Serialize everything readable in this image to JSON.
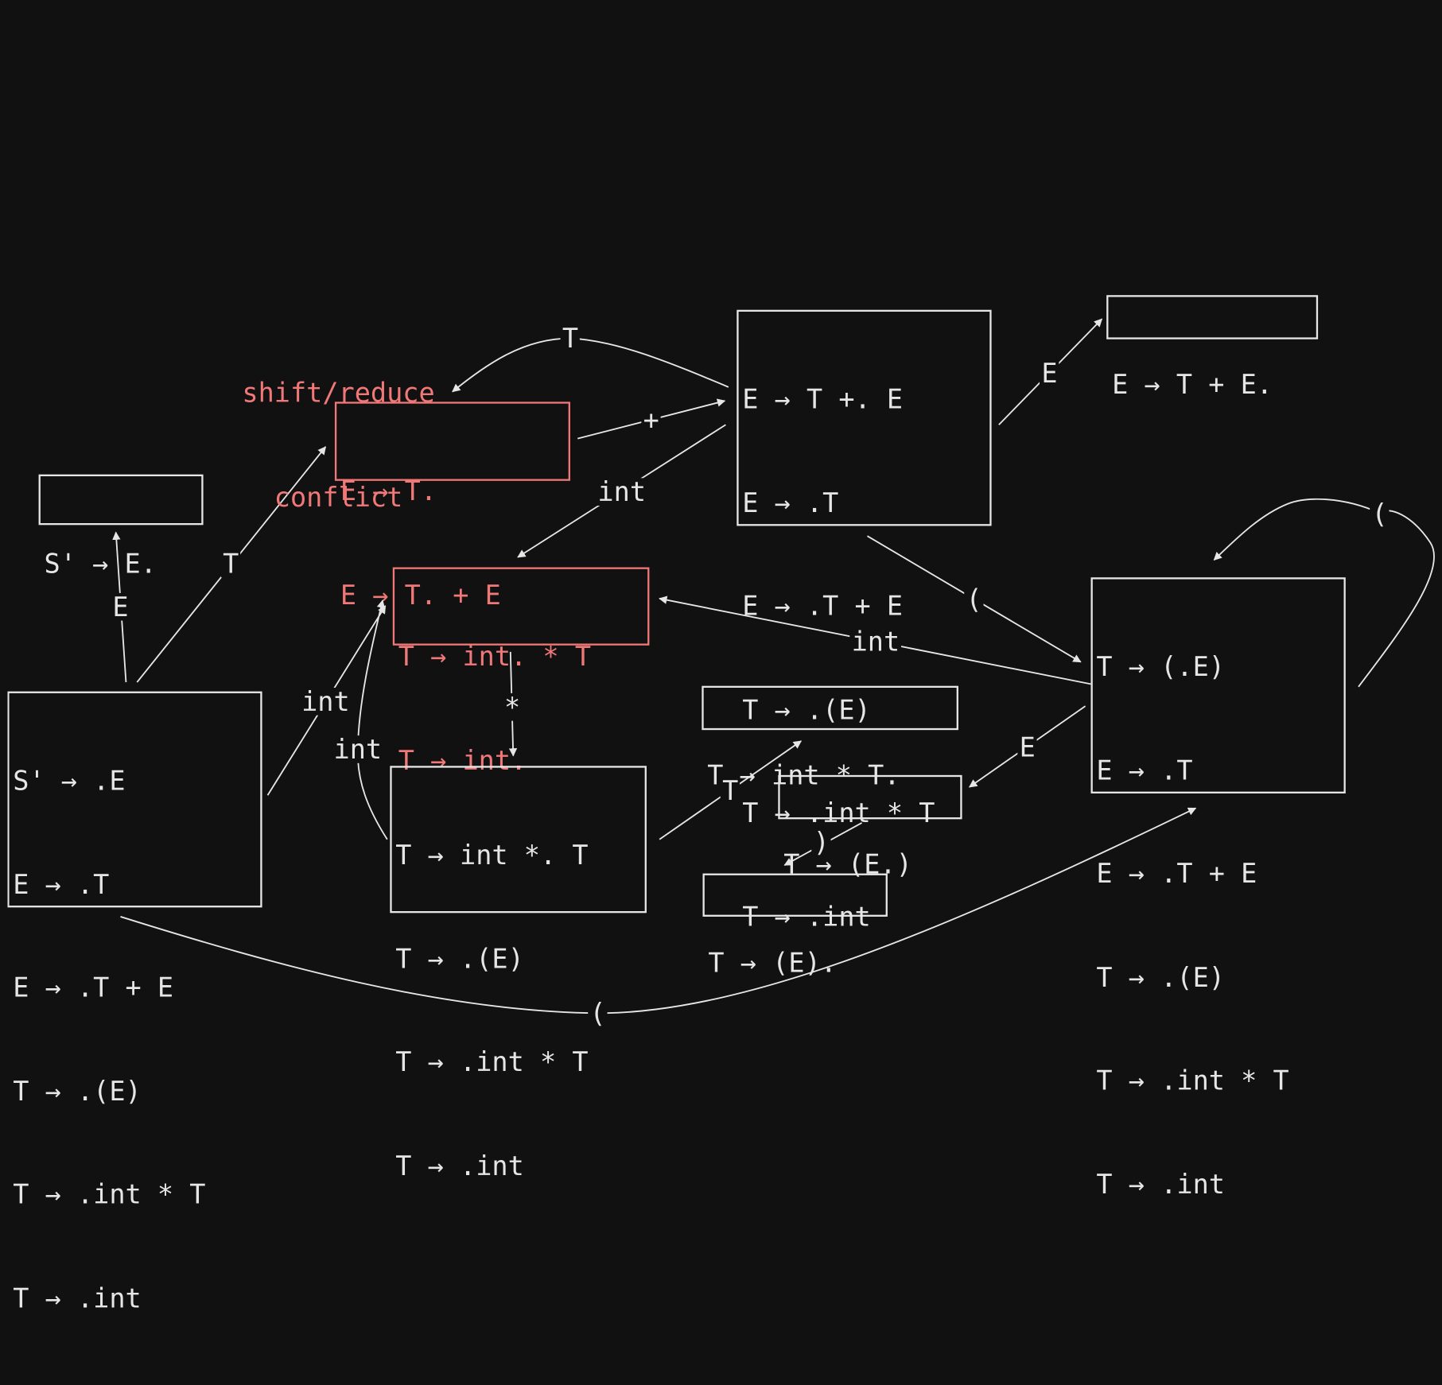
{
  "diagram": {
    "title": "",
    "colors": {
      "background": "#111111",
      "foreground": "#e6e6e6",
      "conflict": "#f07878"
    },
    "conflict_note": {
      "line1": "shift/reduce",
      "line2": "conflict"
    },
    "states": {
      "s0": {
        "items": [
          "S' → .E",
          "E → .T",
          "E → .T + E",
          "T → .(E)",
          "T → .int * T",
          "T → .int"
        ]
      },
      "s1": {
        "items": [
          "S' → E."
        ]
      },
      "s2": {
        "items": [
          "E → T.",
          "E → T. + E"
        ],
        "conflict": true
      },
      "s3": {
        "items": [
          "E → T +. E",
          "E → .T",
          "E → .T + E",
          "T → .(E)",
          "T → .int * T",
          "T → .int"
        ]
      },
      "s4": {
        "items": [
          "E → T + E."
        ]
      },
      "s5": {
        "items": [
          "T → int. * T",
          "T → int."
        ],
        "conflict": true
      },
      "s6": {
        "items": [
          "T → int *. T",
          "T → .(E)",
          "T → .int * T",
          "T → .int"
        ]
      },
      "s7": {
        "items": [
          "T → int * T."
        ]
      },
      "s8": {
        "items": [
          "T → (.E)",
          "E → .T",
          "E → .T + E",
          "T → .(E)",
          "T → .int * T",
          "T → .int"
        ]
      },
      "s9": {
        "items": [
          "T → (E.)"
        ]
      },
      "s10": {
        "items": [
          "T → (E)."
        ]
      }
    },
    "edges": {
      "s0_s1": "E",
      "s0_s2": "T",
      "s0_s5": "int",
      "s0_s8": "(",
      "s2_s3": "+",
      "s3_s2": "T",
      "s3_s5": "int",
      "s3_s4": "E",
      "s3_s8": "(",
      "s5_s6": "*",
      "s6_s5": "int",
      "s6_s7": "T",
      "s8_s5": "int",
      "s8_s9": "E",
      "s8_s8": "(",
      "s9_s10": ")"
    }
  }
}
